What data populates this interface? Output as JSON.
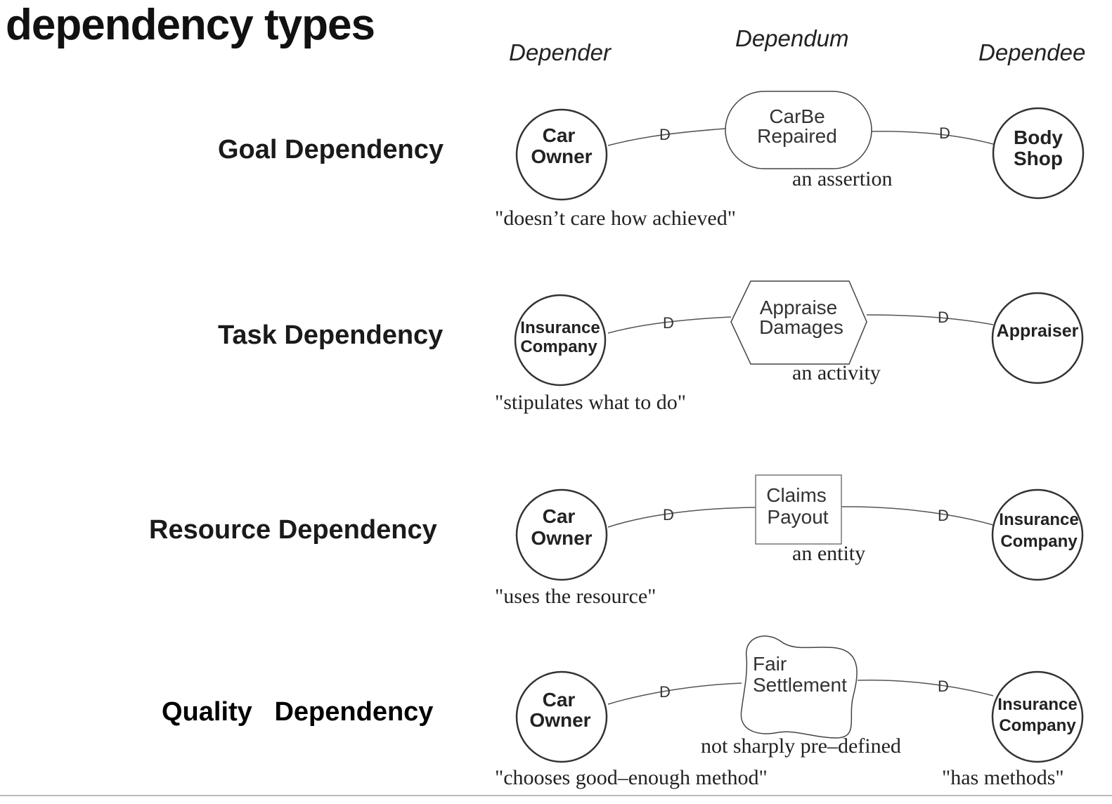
{
  "title": "dependency types",
  "columns": {
    "depender": "Depender",
    "dependum": "Dependum",
    "dependee": "Dependee"
  },
  "link_marker": "D",
  "rows": [
    {
      "label": "Goal Dependency",
      "depender": [
        "Car",
        "Owner"
      ],
      "dependum": [
        "CarBe",
        "Repaired"
      ],
      "dependum_shape": "oval",
      "dependee": [
        "Body",
        "Shop"
      ],
      "kind_note": "an assertion",
      "depender_note": "\"doesn’t care how achieved\""
    },
    {
      "label": "Task Dependency",
      "depender": [
        "Insurance",
        "Company"
      ],
      "dependum": [
        "Appraise",
        "Damages"
      ],
      "dependum_shape": "hexagon",
      "dependee": [
        "Appraiser"
      ],
      "kind_note": "an activity",
      "depender_note": "\"stipulates what to do\""
    },
    {
      "label": "Resource Dependency",
      "depender": [
        "Car",
        "Owner"
      ],
      "dependum": [
        "Claims",
        "Payout"
      ],
      "dependum_shape": "rectangle",
      "dependee": [
        "Insurance",
        "Company"
      ],
      "kind_note": "an entity",
      "depender_note": "\"uses the resource\""
    },
    {
      "label": "Quality   Dependency",
      "depender": [
        "Car",
        "Owner"
      ],
      "dependum": [
        "Fair",
        "Settlement"
      ],
      "dependum_shape": "cloud",
      "dependee": [
        "Insurance",
        "Company"
      ],
      "kind_note": "not sharply pre–defined",
      "depender_note": "\"chooses good–enough method\"",
      "dependee_note": "\"has methods\""
    }
  ],
  "colors": {
    "line": "#555555",
    "text": "#222222",
    "shape_stroke": "#333333"
  }
}
